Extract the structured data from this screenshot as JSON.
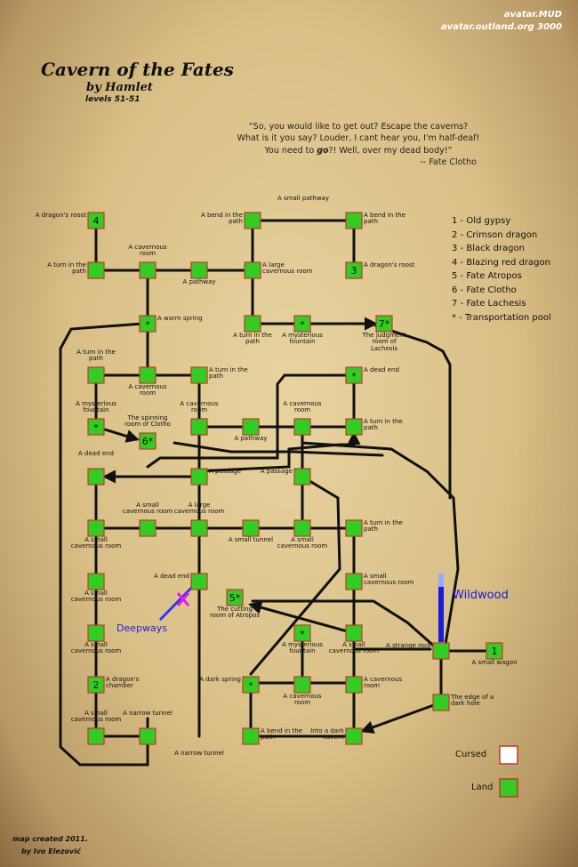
{
  "header": {
    "mud_name": "avatar.MUD",
    "mud_address": "avatar.outland.org 3000",
    "area_title": "Cavern of the Fates",
    "author": "by Hamlet",
    "levels": "levels 51-51"
  },
  "quote": {
    "line1": "“So, you would like to get out? Escape the caverns?",
    "line2": "What is it you say? Louder, I cant hear you, I'm half-deaf!",
    "line3a": "You need to ",
    "line3b": "go",
    "line3c": "?! Well, over my dead body!”",
    "attribution": "-- Fate Clotho"
  },
  "mob_legend": [
    "1 - Old gypsy",
    "2 - Crimson dragon",
    "3 - Black dragon",
    "4 - Blazing red dragon",
    "5 - Fate Atropos",
    "6 - Fate Clotho",
    "7 - Fate Lachesis",
    "* - Transportation pool"
  ],
  "terrain_legend": {
    "cursed": "Cursed",
    "land": "Land",
    "cursed_color": "#ffffff",
    "land_color": "#33cc22"
  },
  "exits": {
    "deepways": "Deepways",
    "wildwood": "Wildwood",
    "deepways_color": "#2222dd",
    "wildwood_color": "#1a1ae0"
  },
  "credits": {
    "line1": "map created 2011.",
    "line2": "by Ivo Elezović"
  },
  "rooms": [
    {
      "name": "A dragon's roost",
      "mark": "4"
    },
    {
      "name": "A bend in the path",
      "mark": ""
    },
    {
      "name": "A small pathway",
      "mark": ""
    },
    {
      "name": "A bend in the path",
      "mark": ""
    },
    {
      "name": "A turn in the path",
      "mark": ""
    },
    {
      "name": "A cavernous room",
      "mark": ""
    },
    {
      "name": "A pathway",
      "mark": ""
    },
    {
      "name": "A large cavernous room",
      "mark": ""
    },
    {
      "name": "A dragon's roost",
      "mark": "3"
    },
    {
      "name": "A warm spring",
      "mark": "*"
    },
    {
      "name": "A turn in the path",
      "mark": ""
    },
    {
      "name": "A mysterious fountain",
      "mark": "*"
    },
    {
      "name": "The judgment room of Lachesis",
      "mark": "7*"
    },
    {
      "name": "A turn in the path",
      "mark": ""
    },
    {
      "name": "A cavernous room",
      "mark": ""
    },
    {
      "name": "A turn in the path",
      "mark": ""
    },
    {
      "name": "A dead end",
      "mark": "*"
    },
    {
      "name": "A mysterious fountain",
      "mark": "*"
    },
    {
      "name": "The spinning room of Clotho",
      "mark": "6*"
    },
    {
      "name": "A cavernous room",
      "mark": ""
    },
    {
      "name": "A pathway",
      "mark": ""
    },
    {
      "name": "A cavernous room",
      "mark": ""
    },
    {
      "name": "A turn in the path",
      "mark": ""
    },
    {
      "name": "A dead end",
      "mark": ""
    },
    {
      "name": "A passage",
      "mark": ""
    },
    {
      "name": "A passage",
      "mark": ""
    },
    {
      "name": "A small cavernous room",
      "mark": ""
    },
    {
      "name": "A small cavernous room",
      "mark": ""
    },
    {
      "name": "A large cavernous room",
      "mark": ""
    },
    {
      "name": "A small tunnel",
      "mark": ""
    },
    {
      "name": "A small cavernous room",
      "mark": ""
    },
    {
      "name": "A turn in the path",
      "mark": ""
    },
    {
      "name": "A small cavernous room",
      "mark": ""
    },
    {
      "name": "A dead end",
      "mark": ""
    },
    {
      "name": "A small cavernous room",
      "mark": ""
    },
    {
      "name": "The cutting room of Atropos",
      "mark": "5*"
    },
    {
      "name": "A small cavernous room",
      "mark": ""
    },
    {
      "name": "A mysterious fountain",
      "mark": "*"
    },
    {
      "name": "A small cavernous room",
      "mark": ""
    },
    {
      "name": "A strange rock",
      "mark": ""
    },
    {
      "name": "A small wagon",
      "mark": "1"
    },
    {
      "name": "A dragon's chamber",
      "mark": "2"
    },
    {
      "name": "A dark spring",
      "mark": "*"
    },
    {
      "name": "A cavernous room",
      "mark": ""
    },
    {
      "name": "A cavernous room",
      "mark": ""
    },
    {
      "name": "The edge of a dark hole",
      "mark": ""
    },
    {
      "name": "A small cavernous room",
      "mark": ""
    },
    {
      "name": "A narrow tunnel",
      "mark": ""
    },
    {
      "name": "A bend in the path",
      "mark": ""
    },
    {
      "name": "A narrow tunnel",
      "mark": ""
    },
    {
      "name": "Into a dark cavern",
      "mark": ""
    }
  ]
}
